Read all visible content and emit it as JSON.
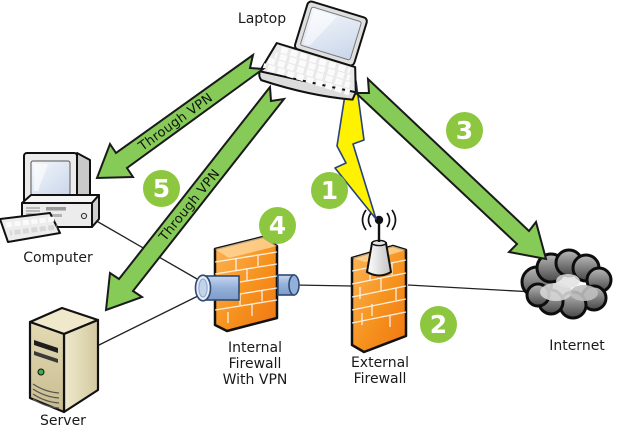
{
  "labels": {
    "laptop": "Laptop",
    "computer": "Computer",
    "server": "Server",
    "internal_firewall": "Internal\nFirewall\nWith VPN",
    "external_firewall": "External\nFirewall",
    "internet": "Internet"
  },
  "vpn_labels": [
    "Through VPN",
    "Through VPN"
  ],
  "badges": [
    "1",
    "2",
    "3",
    "4",
    "5"
  ],
  "colors": {
    "arrow_green": "#86ca58",
    "badge_green": "#8dc63f",
    "firewall_orange": "#f6921e",
    "firewall_orange_dark": "#e0690f",
    "lightning_yellow": "#fff200",
    "lightning_outline": "#27427c",
    "cloud_dark": "#4f4f4f",
    "cloud_light": "#bdbdbd",
    "server_tan": "#d8cfa6",
    "tunnel_blue": "#9db8dc",
    "outline": "#111111"
  }
}
